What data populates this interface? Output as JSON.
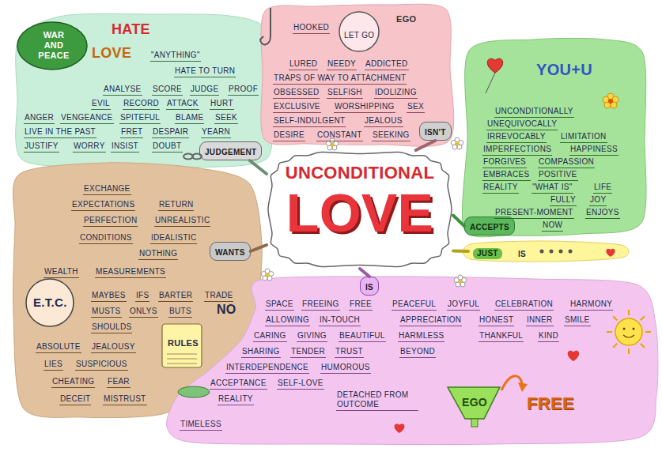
{
  "diagram": {
    "nodes": [
      {
        "text": [
          "UNCONDITIONAL",
          "LOVE"
        ]
      },
      {
        "text": [
          "WAR AND PEACE",
          "HATE",
          "LOVE",
          "\"ANYTHING\"",
          "HATE TO TURN",
          "ANALYSE",
          "SCORE",
          "JUDGE",
          "PROOF",
          "EVIL",
          "RECORD",
          "ATTACK",
          "HURT",
          "ANGER",
          "VENGEANCE",
          "SPITEFUL",
          "BLAME",
          "SEEK",
          "LIVE IN THE PAST",
          "FRET",
          "DESPAIR",
          "YEARN",
          "JUSTIFY",
          "WORRY",
          "INSIST",
          "DOUBT"
        ]
      },
      {
        "text": [
          "JUDGEMENT"
        ],
        "in": 1
      },
      {
        "text": [
          "HOOKED",
          "LET GO",
          "EGO",
          "LURED",
          "NEEDY",
          "ADDICTED",
          "TRAPS OF WAY TO ATTACHMENT",
          "OBSESSED",
          "SELFISH",
          "IDOLIZING",
          "EXCLUSIVE",
          "WORSHIPPING",
          "SEX",
          "SELF-INDULGENT",
          "JEALOUS",
          "DESIRE",
          "CONSTANT",
          "SEEKING"
        ]
      },
      {
        "text": [
          "ISN'T"
        ],
        "in": 3
      },
      {
        "text": [
          "YOU+U",
          "UNCONDITIONALLY",
          "UNEQUIVOCALLY",
          "IRREVOCABLY",
          "LIMITATION",
          "IMPERFECTIONS",
          "HAPPINESS",
          "FORGIVES",
          "COMPASSION",
          "EMBRACES",
          "POSITIVE",
          "REALITY",
          "\"WHAT IS\"",
          "LIFE",
          "FULLY",
          "JOY",
          "PRESENT-MOMENT",
          "ENJOYS",
          "NOW"
        ]
      },
      {
        "text": [
          "ACCEPTS"
        ],
        "in": 5
      },
      {
        "text": [
          "JUST",
          "IS"
        ]
      },
      {
        "text": [
          "EXCHANGE",
          "EXPECTATIONS",
          "RETURN",
          "PERFECTION",
          "UNREALISTIC",
          "CONDITIONS",
          "IDEALISTIC",
          "NOTHING",
          "WEALTH",
          "MEASUREMENTS",
          "E.T.C.",
          "MAYBES",
          "IFS",
          "BARTER",
          "TRADE",
          "MUSTS",
          "ONLYS",
          "BUTS",
          "NO",
          "SHOULDS",
          "RULES",
          "ABSOLUTE",
          "JEALOUSY",
          "LIES",
          "SUSPICIOUS",
          "CHEATING",
          "FEAR",
          "DECEIT",
          "MISTRUST"
        ]
      },
      {
        "text": [
          "WANTS"
        ],
        "in": 8
      },
      {
        "text": [
          "SPACE",
          "FREEING",
          "FREE",
          "PEACEFUL",
          "JOYFUL",
          "CELEBRATION",
          "HARMONY",
          "ALLOWING",
          "IN-TOUCH",
          "APPRECIATION",
          "HONEST",
          "INNER",
          "SMILE",
          "CARING",
          "GIVING",
          "BEAUTIFUL",
          "HARMLESS",
          "THANKFUL",
          "KIND",
          "SHARING",
          "TENDER",
          "TRUST",
          "BEYOND",
          "INTERDEPENDENCE",
          "HUMOROUS",
          "ACCEPTANCE",
          "SELF-LOVE",
          "REALITY",
          "DETACHED FROM OUTCOME",
          "TIMELESS",
          "EGO",
          "FREE"
        ]
      },
      {
        "text": [
          "IS"
        ],
        "in": 10
      }
    ],
    "edges": [
      {
        "from": 0,
        "to": 2,
        "arrow": "none"
      },
      {
        "from": 0,
        "to": 4,
        "arrow": "none"
      },
      {
        "from": 0,
        "to": 6,
        "arrow": "none"
      },
      {
        "from": 0,
        "to": 7,
        "arrow": "none"
      },
      {
        "from": 0,
        "to": 9,
        "arrow": "none"
      },
      {
        "from": 0,
        "to": 11,
        "arrow": "none"
      }
    ]
  }
}
